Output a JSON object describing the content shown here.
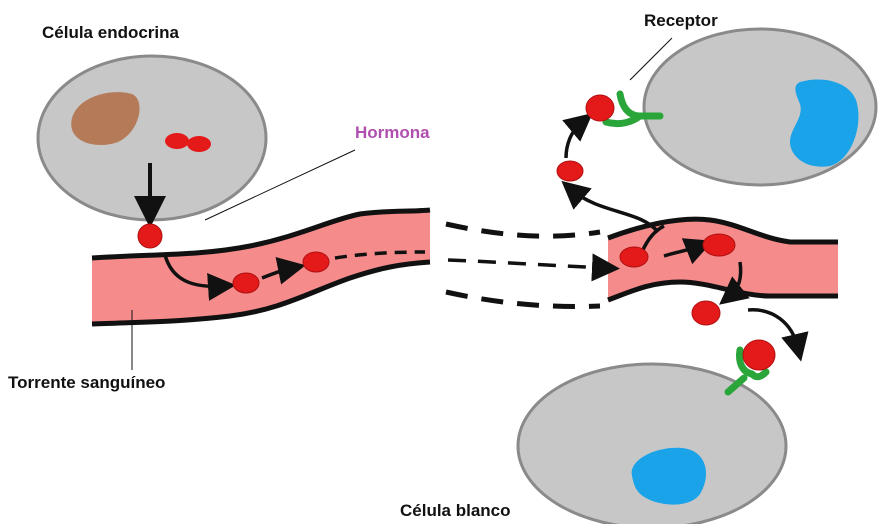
{
  "labels": {
    "endocrine_cell": "Célula endocrina",
    "hormone": "Hormona",
    "receptor": "Receptor",
    "bloodstream": "Torrente sanguíneo",
    "target_cell": "Célula blanco"
  },
  "colors": {
    "cell_fill": "#c7c7c7",
    "cell_stroke": "#8a8a8a",
    "vessel_fill": "#f58b8b",
    "vessel_stroke": "#111111",
    "hormone_fill": "#e41a1a",
    "nucleus_endocrine": "#b57a58",
    "nucleus_target": "#1aa3e8",
    "receptor": "#2aa53a",
    "hormone_label": "#b14fb0"
  }
}
